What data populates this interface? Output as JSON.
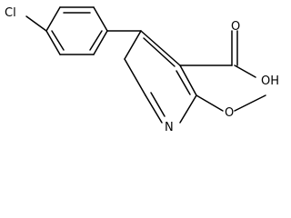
{
  "molecule": {
    "atoms": {
      "chlorine": "Cl",
      "nitrogen": "N",
      "hydroxyl": "OH",
      "ring_oxygen_methoxy": "O",
      "carbonyl_oxygen": "O"
    },
    "colors": {
      "bond": "#000000",
      "label": "#000000",
      "background": "#ffffff"
    }
  }
}
